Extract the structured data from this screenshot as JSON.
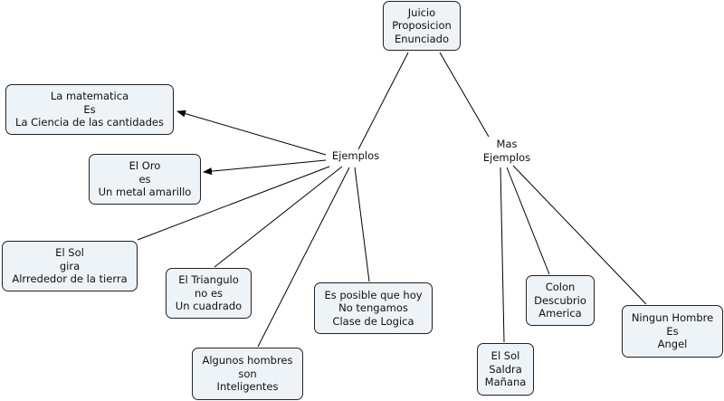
{
  "root": {
    "lines": [
      "Juicio",
      "Proposicion",
      "Enunciado"
    ]
  },
  "links": {
    "ejemplos": {
      "lines": [
        "Ejemplos"
      ]
    },
    "mas_ejemplos": {
      "lines": [
        "Mas",
        "Ejemplos"
      ]
    }
  },
  "concepts": [
    {
      "id": "matematica",
      "lines": [
        "La matematica",
        "Es",
        "La Ciencia de las cantidades"
      ]
    },
    {
      "id": "oro",
      "lines": [
        "El Oro",
        "es",
        "Un metal amarillo"
      ]
    },
    {
      "id": "sol-gira",
      "lines": [
        "El Sol",
        "gira",
        "Alrrededor de la tierra"
      ]
    },
    {
      "id": "triangulo",
      "lines": [
        "El Triangulo",
        "no es",
        "Un cuadrado"
      ]
    },
    {
      "id": "posible",
      "lines": [
        "Es posible que hoy",
        "No tengamos",
        "Clase de Logica"
      ]
    },
    {
      "id": "algunos",
      "lines": [
        "Algunos hombres",
        "son",
        "Inteligentes"
      ]
    },
    {
      "id": "sol-saldra",
      "lines": [
        "El Sol",
        "Saldra",
        "Mañana"
      ]
    },
    {
      "id": "colon",
      "lines": [
        "Colon",
        "Descubrio",
        "America"
      ]
    },
    {
      "id": "ningun",
      "lines": [
        "Ningun Hombre",
        "Es",
        "Angel"
      ]
    }
  ],
  "colors": {
    "node_fill": "#edf3f6",
    "border": "#222222"
  }
}
